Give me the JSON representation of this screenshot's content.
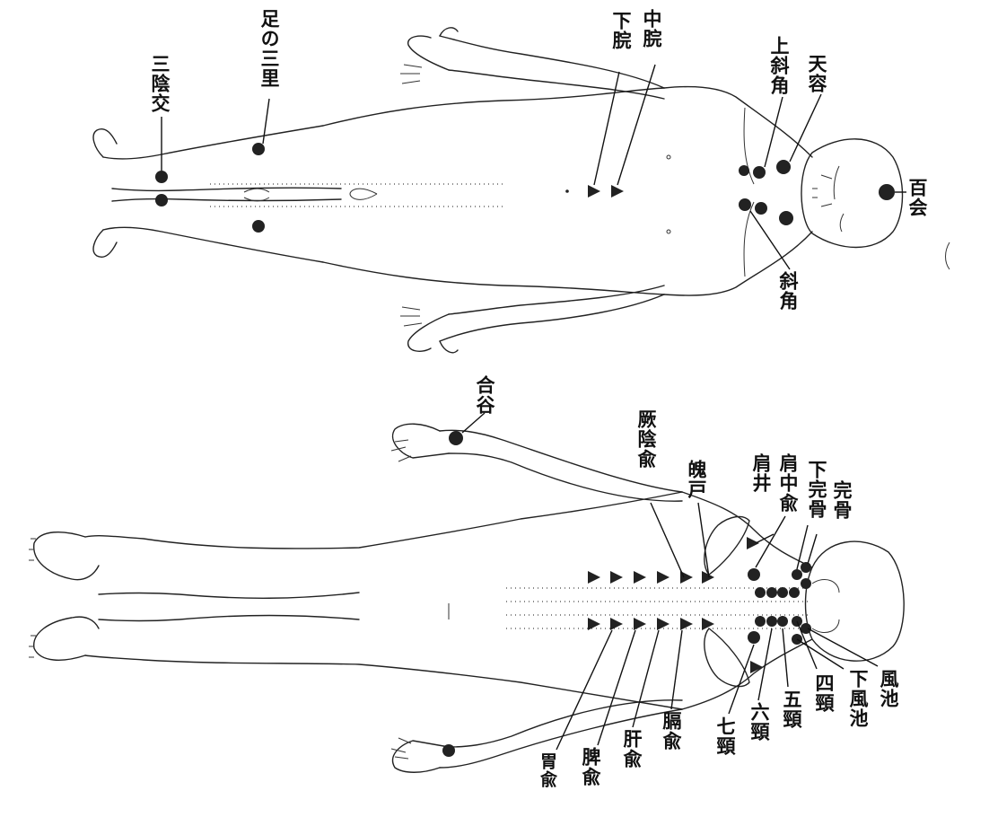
{
  "figure": {
    "front_view": {
      "labels": {
        "hyakue": "百会",
        "tenyou": "天容",
        "joshakaku": "上斜角",
        "chukan": "中脘",
        "gekan": "下脘",
        "ashi_sanri": "足の三里",
        "sanninkou": "三陰交",
        "shakaku": "斜角"
      }
    },
    "back_view": {
      "labels": {
        "goukoku": "合谷",
        "kankotsu": "完骨",
        "kakankotsu": "下完骨",
        "kenchuyu": "肩中兪",
        "kensei": "肩井",
        "hakko": "魄戸",
        "ketsuinyu": "厥陰兪",
        "fuchi": "風池",
        "kafuchi": "下風池",
        "yonkei": "四頸",
        "gokei": "五頸",
        "rokkei": "六頸",
        "nanakei": "七頸",
        "kakuyu": "膈兪",
        "kanyu": "肝兪",
        "hiyu": "脾兪",
        "iyu": "胃兪"
      }
    },
    "marker_color": "#222222",
    "line_color": "#222222"
  }
}
